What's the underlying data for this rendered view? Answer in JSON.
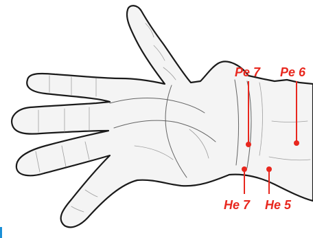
{
  "diagram": {
    "subject": "hand",
    "accent_color": "#e8271e",
    "points": [
      {
        "id": "pe7",
        "label": "Pe 7"
      },
      {
        "id": "pe6",
        "label": "Pe 6"
      },
      {
        "id": "he7",
        "label": "He 7"
      },
      {
        "id": "he5",
        "label": "He 5"
      }
    ]
  }
}
